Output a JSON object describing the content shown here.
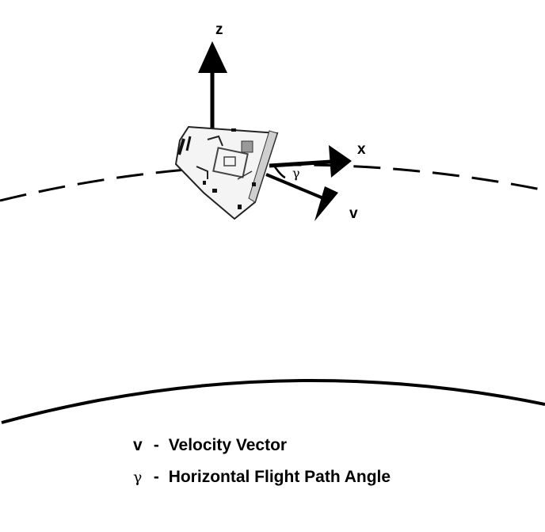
{
  "diagram": {
    "axes": {
      "z_label": "z",
      "x_label": "x",
      "v_label": "v",
      "angle_label": "γ"
    },
    "legend": [
      {
        "symbol": "v",
        "separator": "-",
        "description": "Velocity Vector"
      },
      {
        "symbol": "γ",
        "separator": "-",
        "description": "Horizontal Flight Path Angle"
      }
    ]
  }
}
